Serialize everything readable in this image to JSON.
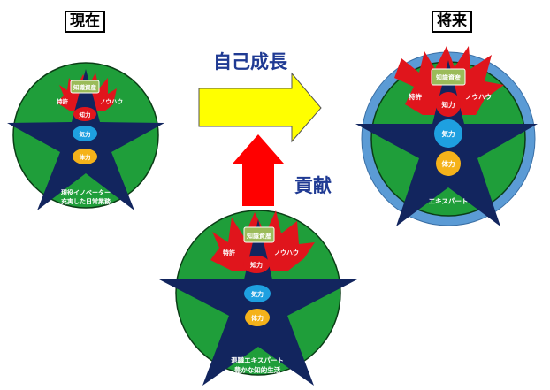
{
  "labels": {
    "current": "現在",
    "future": "将来",
    "growth": "自己成長",
    "contribution": "貢献"
  },
  "diagrams": {
    "current": {
      "knowledge": "知識資産",
      "permit": "特許",
      "knowhow": "ノウハウ",
      "intellect": "知力",
      "spirit": "気力",
      "stamina": "体力",
      "caption_line1": "現役イノベーター",
      "caption_line2": "充実した日常業務"
    },
    "future": {
      "knowledge": "知識資産",
      "permit": "特許",
      "knowhow": "ノウハウ",
      "intellect": "知力",
      "spirit": "気力",
      "stamina": "体力",
      "caption_line1": "エキスパート"
    },
    "retired": {
      "knowledge": "知識資産",
      "permit": "特許",
      "knowhow": "ノウハウ",
      "intellect": "知力",
      "spirit": "気力",
      "stamina": "体力",
      "caption_line1": "退職エキスパート",
      "caption_line2": "豊かな知的生活"
    }
  },
  "colors": {
    "green": "#1f9e3a",
    "navy": "#12255e",
    "red": "#e0151c",
    "blue_ring": "#5b9bd5",
    "knowledge_box": "#9bbb59",
    "spirit": "#1ea0e0",
    "stamina": "#f5b21a",
    "arrow_yellow": "#ffff00",
    "arrow_red": "#ff0000",
    "growth_text": "#1f3a93"
  }
}
